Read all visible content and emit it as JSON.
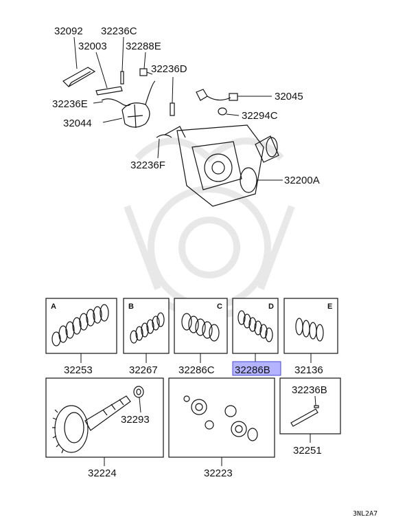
{
  "top_callouts": [
    {
      "id": "32092",
      "label": "32092"
    },
    {
      "id": "32236C",
      "label": "32236C"
    },
    {
      "id": "32003",
      "label": "32003"
    },
    {
      "id": "32288E",
      "label": "32288E"
    },
    {
      "id": "32236D",
      "label": "32236D"
    },
    {
      "id": "32045",
      "label": "32045"
    },
    {
      "id": "32236E",
      "label": "32236E"
    },
    {
      "id": "32294C",
      "label": "32294C"
    },
    {
      "id": "32044",
      "label": "32044"
    },
    {
      "id": "32236F",
      "label": "32236F"
    },
    {
      "id": "32200A",
      "label": "32200A"
    }
  ],
  "clutch_boxes": [
    {
      "letter": "A",
      "part": "32253",
      "highlight": false
    },
    {
      "letter": "B",
      "part": "32267",
      "highlight": false
    },
    {
      "letter": "C",
      "part": "32286C",
      "highlight": false
    },
    {
      "letter": "D",
      "part": "32286B",
      "highlight": true
    },
    {
      "letter": "E",
      "part": "32136",
      "highlight": false
    }
  ],
  "bottom_boxes": [
    {
      "part": "32224",
      "inner_label": "32293"
    },
    {
      "part": "32223",
      "inner_label": ""
    },
    {
      "part": "32251",
      "inner_label": "32236B"
    }
  ],
  "diagram_code": "3NL2A7",
  "colors": {
    "highlight_fill": "#b3b3ff",
    "highlight_stroke": "#4a4ad0",
    "line": "#111111"
  }
}
